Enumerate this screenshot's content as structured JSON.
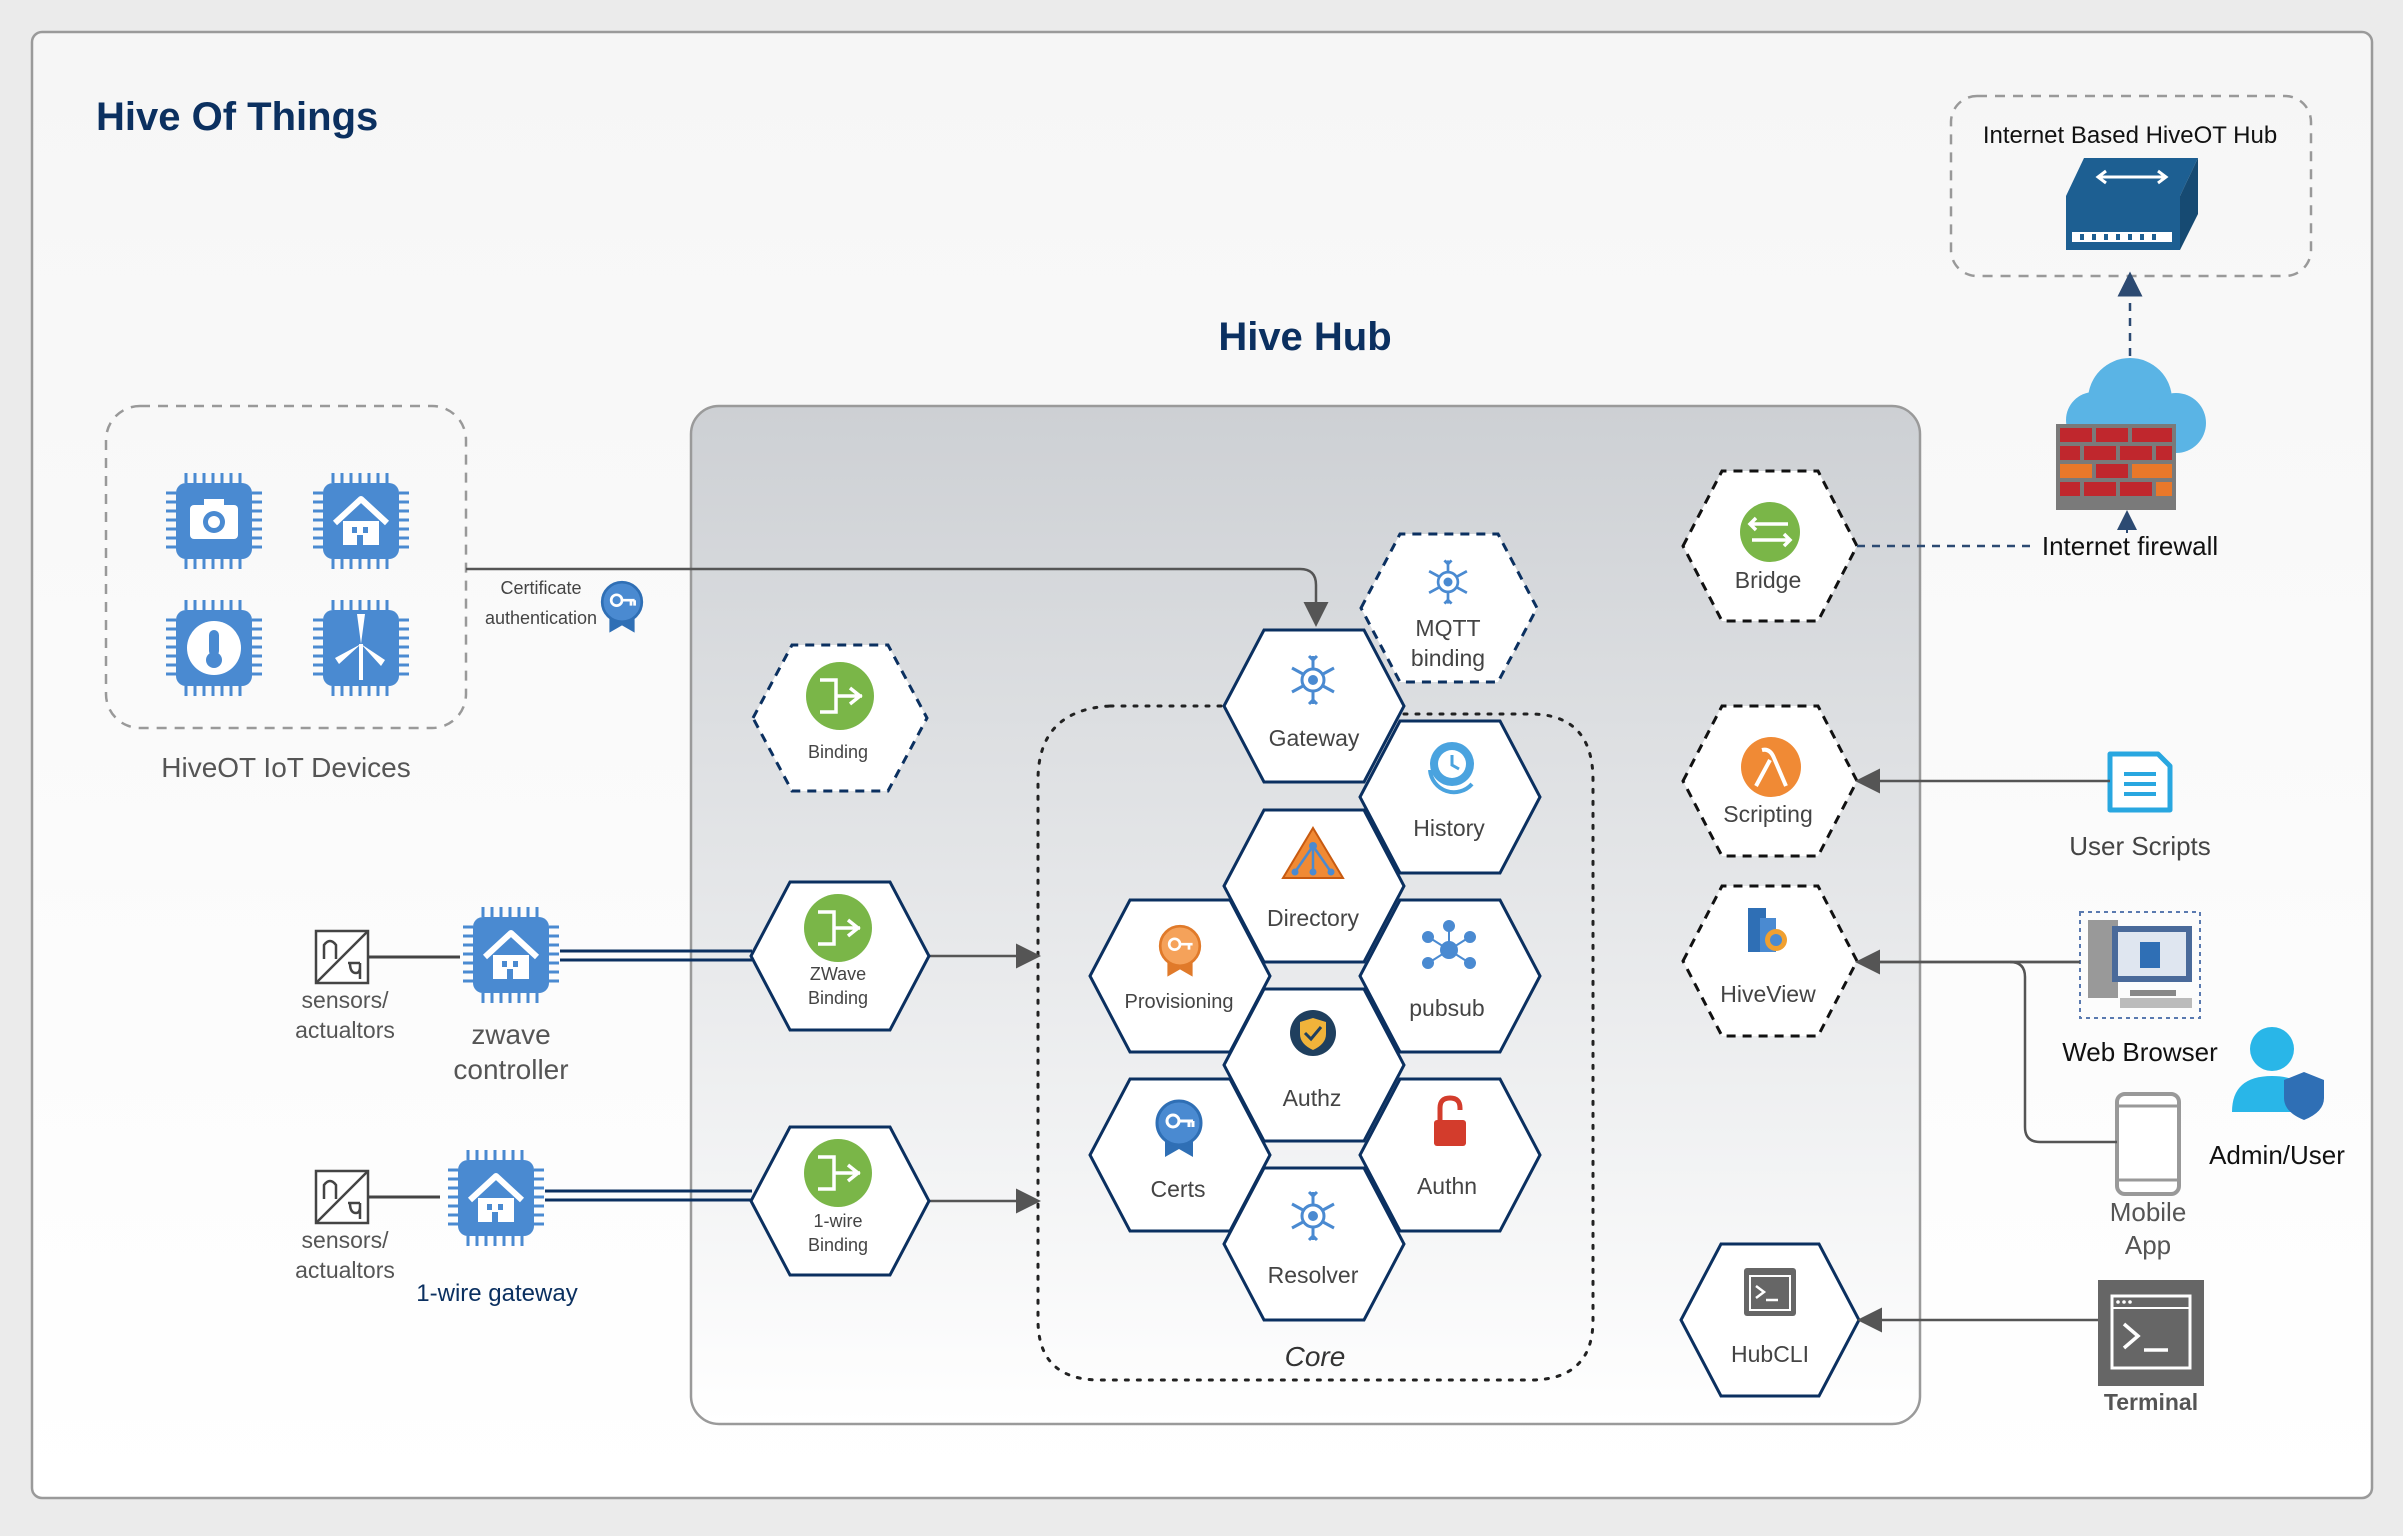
{
  "title": "Hive Of Things",
  "hub_title": "Hive Hub",
  "core_label": "Core",
  "internet_hub": "Internet Based HiveOT Hub",
  "firewall": "Internet firewall",
  "devices_label": "HiveOT IoT Devices",
  "cert_auth": [
    "Certificate",
    "authentication"
  ],
  "nodes": {
    "gateway": "Gateway",
    "mqtt": [
      "MQTT",
      "binding"
    ],
    "history": "History",
    "directory": "Directory",
    "provisioning": "Provisioning",
    "pubsub": "pubsub",
    "authz": "Authz",
    "certs": "Certs",
    "authn": "Authn",
    "resolver": "Resolver",
    "binding": "Binding",
    "zwave_binding": [
      "ZWave",
      "Binding"
    ],
    "onewire_binding": [
      "1-wire",
      "Binding"
    ],
    "bridge": "Bridge",
    "scripting": "Scripting",
    "hiveview": "HiveView",
    "hubcli": "HubCLI"
  },
  "left": {
    "sensors1": [
      "sensors/",
      "actualtors"
    ],
    "zwave": [
      "zwave",
      "controller"
    ],
    "sensors2": [
      "sensors/",
      "actualtors"
    ],
    "onewire": "1-wire gateway"
  },
  "right": {
    "user_scripts": "User Scripts",
    "web_browser": "Web Browser",
    "admin_user": "Admin/User",
    "mobile": [
      "Mobile",
      "App"
    ],
    "terminal": "Terminal"
  },
  "colors": {
    "navy": "#0b3060",
    "green": "#7ab648",
    "orange": "#f08a35",
    "blue": "#4a8ad1",
    "firewall_red": "#c0272d"
  }
}
